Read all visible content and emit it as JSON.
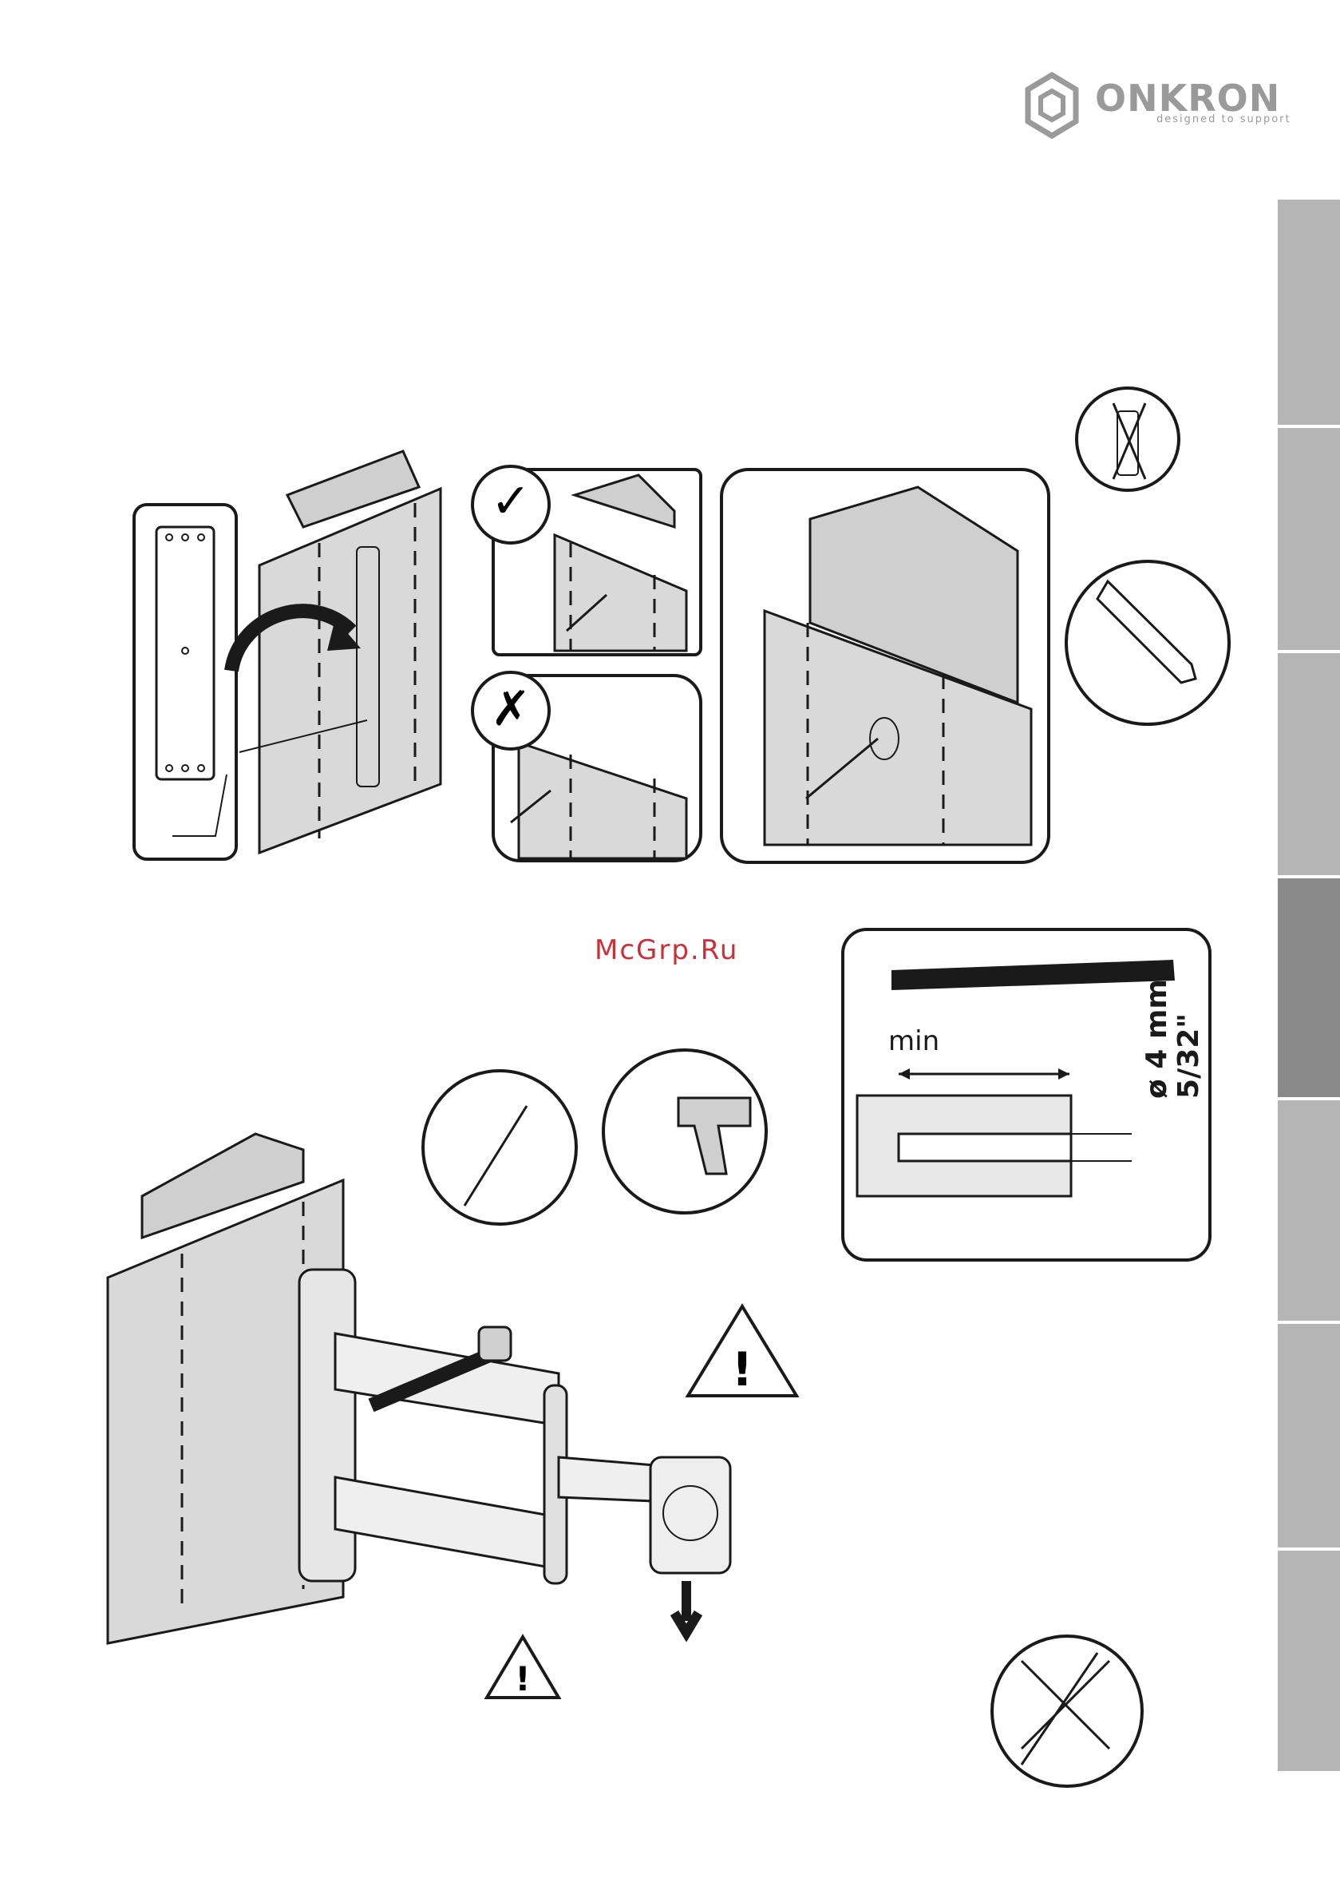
{
  "brand": {
    "name": "ONKRON",
    "tagline": "designed to support"
  },
  "watermark": "McGrp.Ru",
  "drill_spec": {
    "min_label": "min",
    "diameter_label": "ø 4 mm",
    "inch_label": "5/32\""
  },
  "step_marks": {
    "correct": "✓",
    "wrong": "✗"
  },
  "warnings": {
    "symbol": "!"
  },
  "colors": {
    "accent_tab_active": "#8a8a8a",
    "tab": "#b5b5b5",
    "watermark": "#c9303a",
    "logo": "#9a9a9a"
  }
}
